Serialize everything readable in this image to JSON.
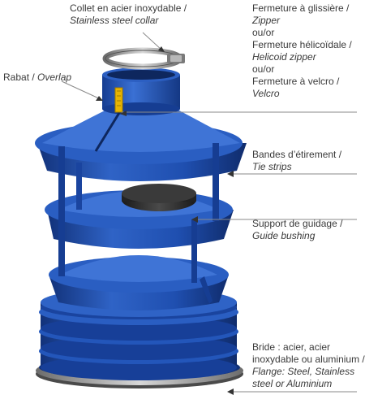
{
  "labels": {
    "collar": {
      "fr": "Collet en acier inoxydable /",
      "en": "Stainless steel collar"
    },
    "closures": {
      "zipper_fr": "Fermeture à glissière /",
      "zipper_en": "Zipper",
      "or1": "ou/or",
      "helicoid_fr": "Fermeture hélicoïdale /",
      "helicoid_en": "Helicoid zipper",
      "or2": "ou/or",
      "velcro_fr": "Fermeture à velcro /",
      "velcro_en": "Velcro"
    },
    "overlap": {
      "fr": "Rabat /",
      "en": "Overlap"
    },
    "tie_strips": {
      "fr": "Bandes d’étirement /",
      "en": "Tie strips"
    },
    "guide_bushing": {
      "fr": "Support de guidage /",
      "en": "Guide bushing"
    },
    "flange": {
      "line1": "Bride : acier, acier",
      "line2": "inoxydable ou aluminium /",
      "line3": "Flange: Steel, Stainless",
      "line4": "steel or Aluminium"
    }
  },
  "colors": {
    "boot_blue": "#1f4fb0",
    "boot_dark": "#12327a",
    "boot_light": "#3f74d6",
    "steel": "#9a9a9a",
    "zipper_gold": "#e8b400",
    "leader_line": "#8a8a8a"
  }
}
